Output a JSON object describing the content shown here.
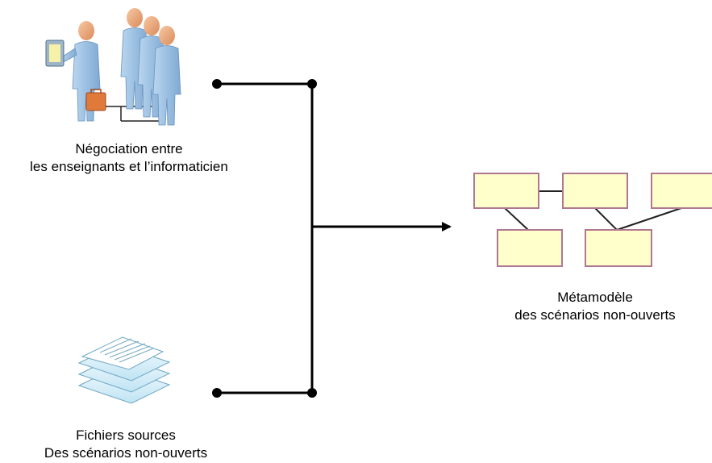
{
  "negotiation": {
    "line1": "Négociation entre",
    "line2": "les enseignants et l’informaticien",
    "icon": "people-negotiation-icon"
  },
  "source_files": {
    "line1": "Fichiers sources",
    "line2": "Des scénarios non-ouverts",
    "icon": "document-stack-icon"
  },
  "metamodel": {
    "line1": "Métamodèle",
    "line2": "des scénarios non-ouverts",
    "icon": "class-diagram-icon"
  },
  "colors": {
    "line": "#000000",
    "box_fill": "#ffffcc",
    "box_border": "#c08aa0",
    "person_body": "#9ec3e6",
    "person_head": "#f2b184",
    "briefcase": "#e07a3a",
    "paper": "#dff2fb"
  }
}
